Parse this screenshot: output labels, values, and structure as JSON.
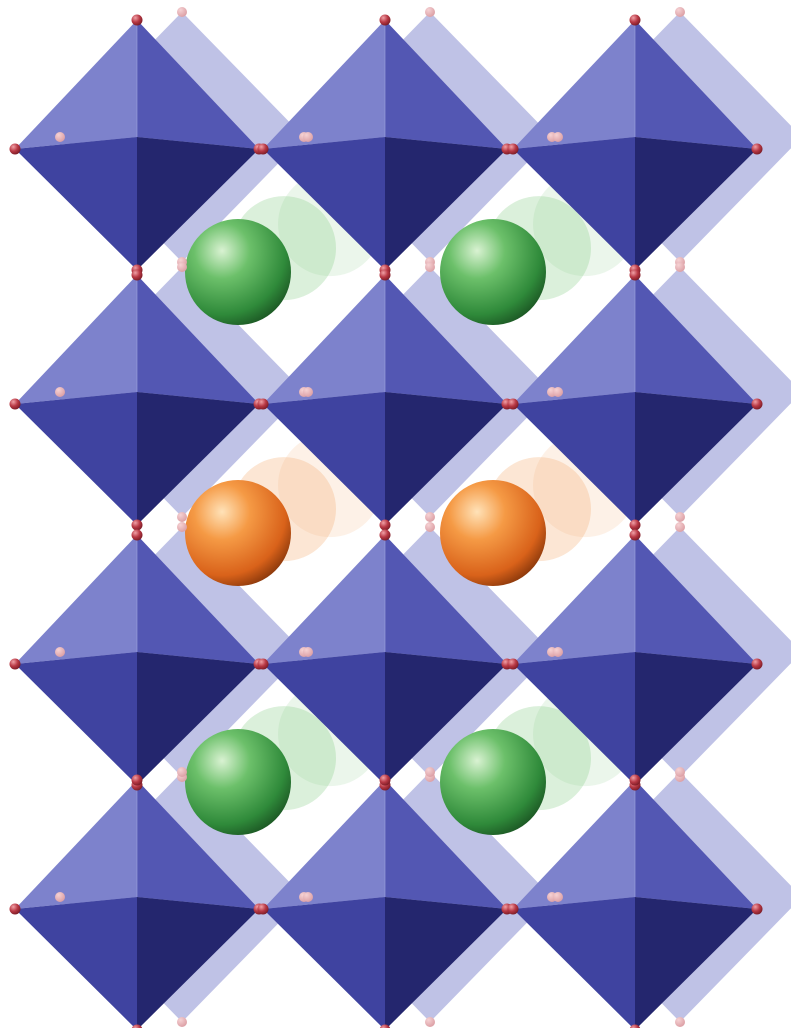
{
  "diagram": {
    "kind": "crystal-structure",
    "structure": "layered-perovskite",
    "octahedra": {
      "rows": 4,
      "cols": 3,
      "color_front": "#3b3e9c",
      "color_light": "#8a8fd2",
      "color_dark": "#24266e"
    },
    "vertex_atoms": {
      "color": "#a8303a"
    },
    "cation_layers": [
      {
        "layer": 1,
        "atom_color": "#3fa34a",
        "columns": 2
      },
      {
        "layer": 2,
        "atom_color": "#e8701f",
        "columns": 2
      },
      {
        "layer": 3,
        "atom_color": "#3fa34a",
        "columns": 2
      }
    ]
  }
}
